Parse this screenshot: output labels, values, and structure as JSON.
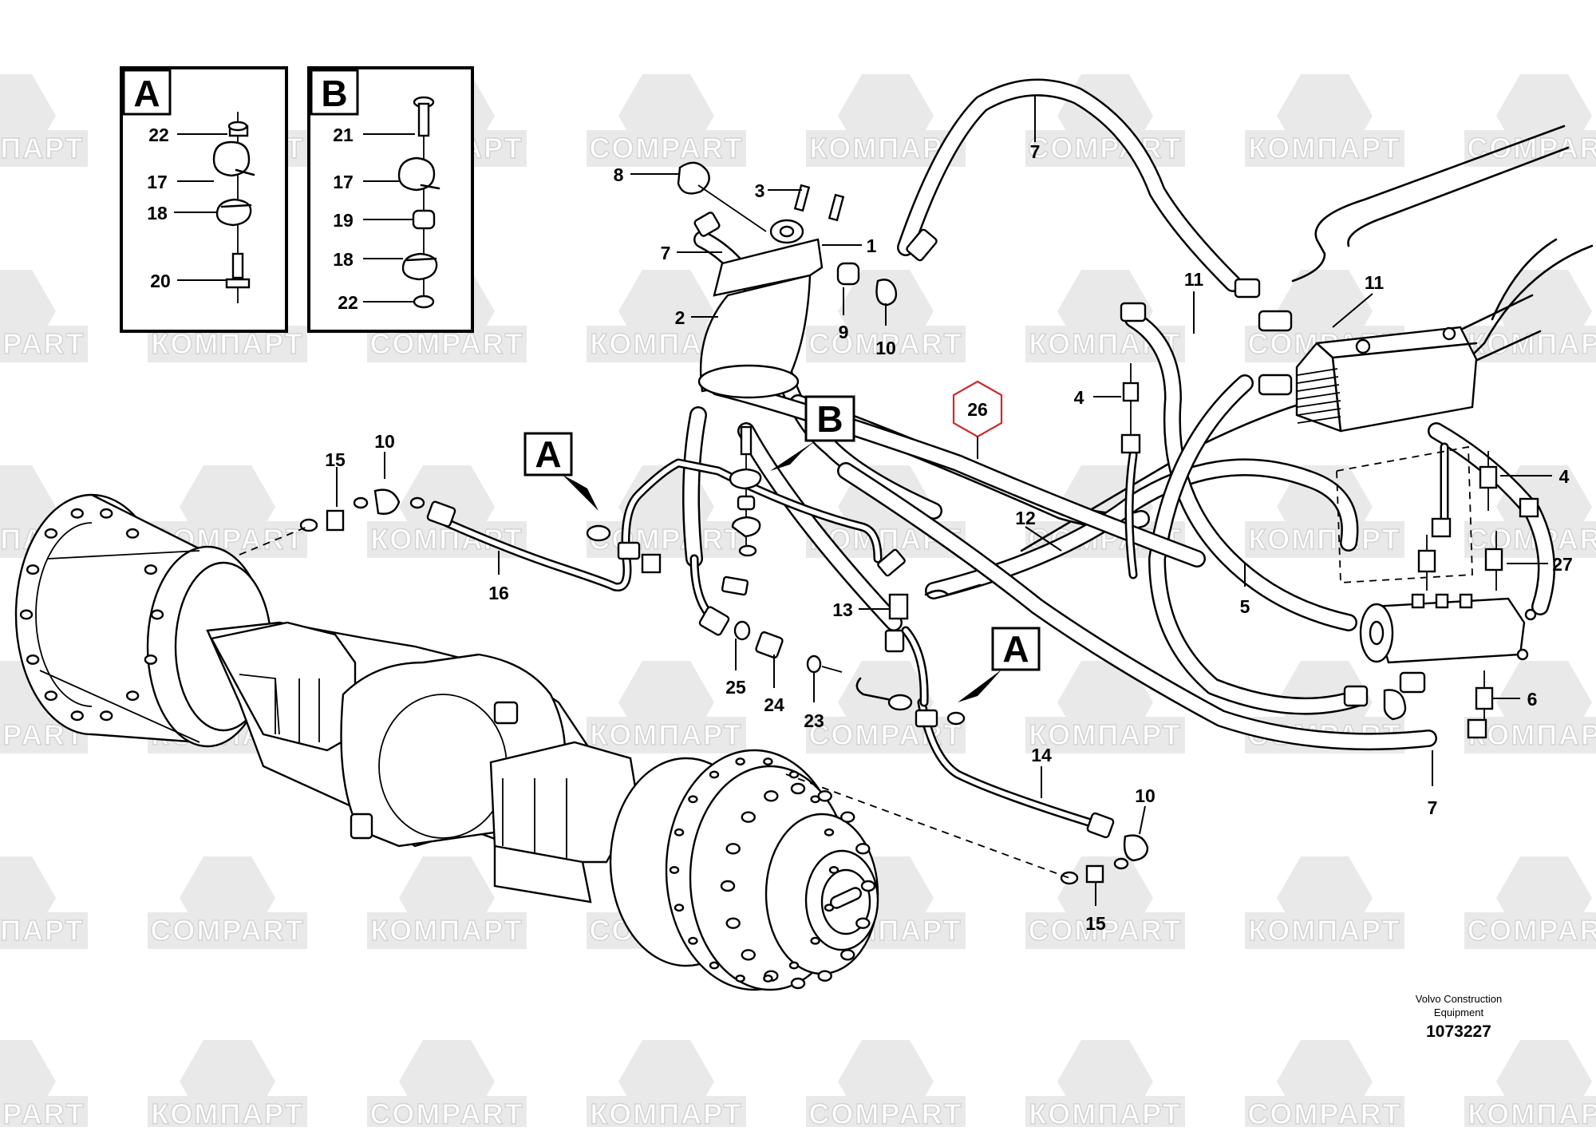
{
  "watermark": {
    "text_ru": "КОМПАРТ",
    "text_en": "COMPART"
  },
  "detail_boxes": [
    {
      "letter": "A",
      "parts": [
        "22",
        "17",
        "18",
        "20"
      ]
    },
    {
      "letter": "B",
      "parts": [
        "21",
        "17",
        "19",
        "18",
        "22"
      ]
    }
  ],
  "callouts": [
    {
      "id": "c8",
      "label": "8"
    },
    {
      "id": "c3",
      "label": "3"
    },
    {
      "id": "c1",
      "label": "1"
    },
    {
      "id": "c7a",
      "label": "7"
    },
    {
      "id": "c7b",
      "label": "7"
    },
    {
      "id": "c2",
      "label": "2"
    },
    {
      "id": "c9",
      "label": "9"
    },
    {
      "id": "c10a",
      "label": "10"
    },
    {
      "id": "c11a",
      "label": "11"
    },
    {
      "id": "c11b",
      "label": "11"
    },
    {
      "id": "c4a",
      "label": "4"
    },
    {
      "id": "c4b",
      "label": "4"
    },
    {
      "id": "c26",
      "label": "26"
    },
    {
      "id": "c15a",
      "label": "15"
    },
    {
      "id": "c10b",
      "label": "10"
    },
    {
      "id": "c16",
      "label": "16"
    },
    {
      "id": "c12",
      "label": "12"
    },
    {
      "id": "c27",
      "label": "27"
    },
    {
      "id": "c5",
      "label": "5"
    },
    {
      "id": "c13",
      "label": "13"
    },
    {
      "id": "c25",
      "label": "25"
    },
    {
      "id": "c24",
      "label": "24"
    },
    {
      "id": "c23",
      "label": "23"
    },
    {
      "id": "c6",
      "label": "6"
    },
    {
      "id": "c7c",
      "label": "7"
    },
    {
      "id": "c14",
      "label": "14"
    },
    {
      "id": "c10c",
      "label": "10"
    },
    {
      "id": "c15b",
      "label": "15"
    }
  ],
  "detail_refs": [
    {
      "id": "refA1",
      "letter": "A"
    },
    {
      "id": "refB",
      "letter": "B"
    },
    {
      "id": "refA2",
      "letter": "A"
    }
  ],
  "highlight_color": "#cc2a2a",
  "credit": {
    "line1": "Volvo Construction",
    "line2": "Equipment",
    "doc_number": "1073227"
  }
}
